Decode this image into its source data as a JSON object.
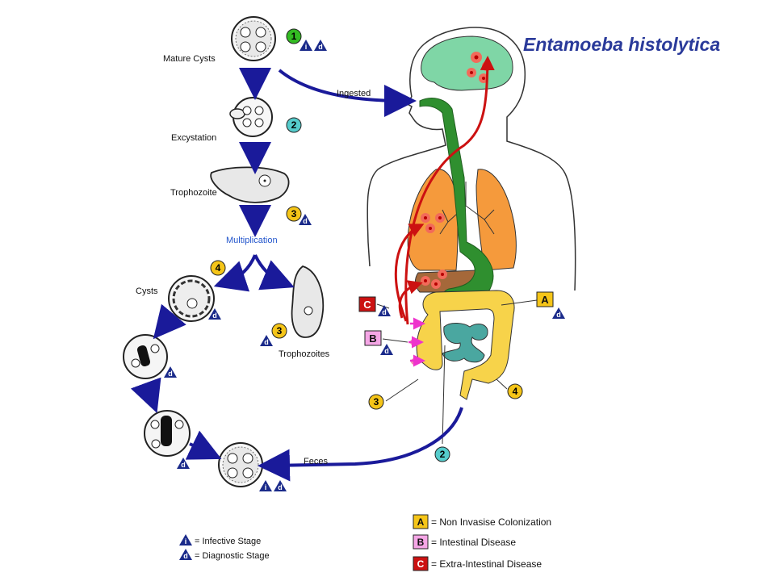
{
  "title": "Entamoeba histolytica",
  "stages": {
    "mature_cysts": "Mature Cysts",
    "excystation": "Excystation",
    "trophozoite": "Trophozoite",
    "multiplication": "Multiplication",
    "cysts": "Cysts",
    "trophozoites": "Trophozoites"
  },
  "arrows": {
    "ingested": "Ingested",
    "feces": "Feces"
  },
  "numbers": {
    "n1": "1",
    "n2": "2",
    "n3": "3",
    "n4": "4"
  },
  "markers": {
    "infective": "i",
    "diagnostic": "d"
  },
  "letters": {
    "a": "A",
    "b": "B",
    "c": "C"
  },
  "legend": {
    "infective_stage": "= Infective Stage",
    "diagnostic_stage": "= Diagnostic Stage",
    "non_invasive": "= Non Invasise Colonization",
    "intestinal": "= Intestinal Disease",
    "extra_intestinal": "= Extra-Intestinal Disease"
  },
  "colors": {
    "arrow_blue": "#1a1a9a",
    "arrow_red": "#cc1111",
    "num_green": "#33bb22",
    "num_teal": "#55cccc",
    "num_yellow": "#f5c518",
    "brain": "#7fd6a6",
    "lungs": "#f59a3c",
    "liver": "#a5683a",
    "esophagus": "#2f8f2f",
    "colon": "#f7d34a",
    "small_intestine": "#4aa7a0",
    "a_box": "#f5c518",
    "b_box": "#f5a6e6",
    "c_box": "#cc1111"
  }
}
